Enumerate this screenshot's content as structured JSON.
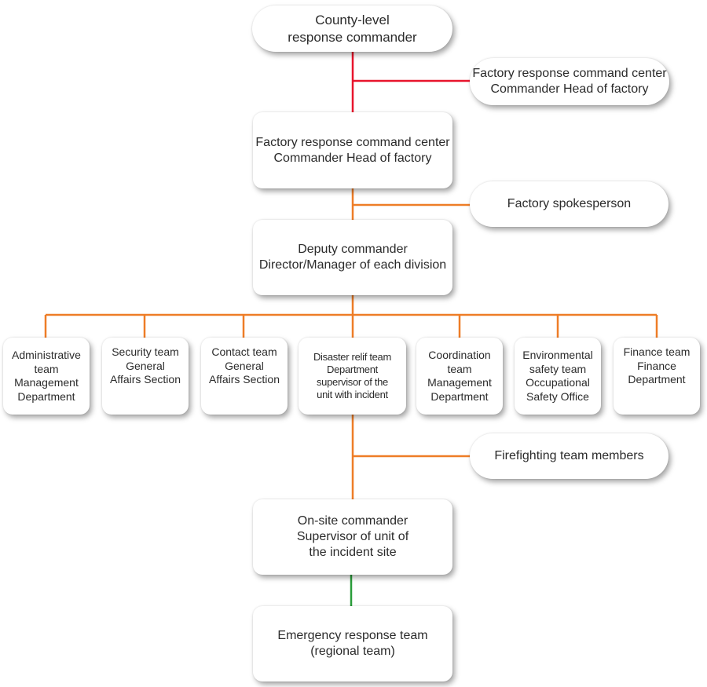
{
  "county_commander": {
    "lines": [
      "County-level",
      "response commander"
    ]
  },
  "side_center": {
    "lines": [
      "Factory response command center",
      "Commander Head of factory"
    ]
  },
  "center": {
    "lines": [
      "Factory response command center",
      "Commander Head of factory"
    ]
  },
  "spokesperson": {
    "lines": [
      "Factory spokesperson"
    ]
  },
  "deputy": {
    "lines": [
      "Deputy commander",
      "Director/Manager of each division"
    ]
  },
  "teams": [
    {
      "lines": [
        "Administrative",
        "team",
        "Management",
        "Department"
      ]
    },
    {
      "lines": [
        "Security team",
        "General",
        "Affairs Section"
      ]
    },
    {
      "lines": [
        "Contact team",
        "General",
        "Affairs Section"
      ]
    },
    {
      "lines": [
        "Disaster relif team",
        "Department",
        "supervisor of the",
        "unit with incident"
      ]
    },
    {
      "lines": [
        "Coordination",
        "team",
        "Management",
        "Department"
      ]
    },
    {
      "lines": [
        "Environmental",
        "safety team",
        "Occupational",
        "Safety Office"
      ]
    },
    {
      "lines": [
        "Finance team",
        "Finance",
        "Department"
      ]
    }
  ],
  "firefighting": {
    "lines": [
      "Firefighting team members"
    ]
  },
  "onsite": {
    "lines": [
      "On-site commander",
      "Supervisor of unit of",
      "the incident site"
    ]
  },
  "emergency": {
    "lines": [
      "Emergency response team",
      "(regional team)"
    ]
  },
  "colors": {
    "red_line": "#e8142c",
    "orange_line": "#ee7d27",
    "green_line": "#2a9d3a"
  }
}
